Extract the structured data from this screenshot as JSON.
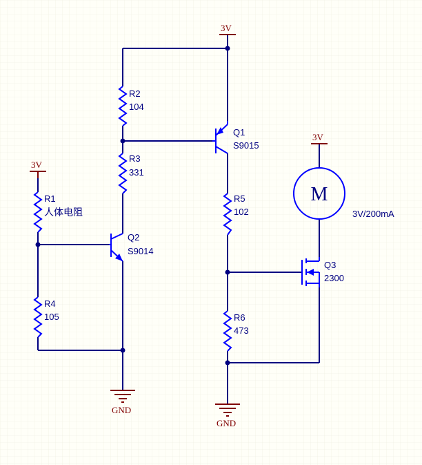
{
  "power": {
    "top": "3V",
    "r1": "3V",
    "motor": "3V"
  },
  "ground": {
    "left": "GND",
    "right": "GND"
  },
  "resistors": {
    "r1": {
      "ref": "R1",
      "value": "人体电阻"
    },
    "r2": {
      "ref": "R2",
      "value": "104"
    },
    "r3": {
      "ref": "R3",
      "value": "331"
    },
    "r4": {
      "ref": "R4",
      "value": "105"
    },
    "r5": {
      "ref": "R5",
      "value": "102"
    },
    "r6": {
      "ref": "R6",
      "value": "473"
    }
  },
  "transistors": {
    "q1": {
      "ref": "Q1",
      "value": "S9015"
    },
    "q2": {
      "ref": "Q2",
      "value": "S9014"
    },
    "q3": {
      "ref": "Q3",
      "value": "2300"
    }
  },
  "motor": {
    "symbol": "M",
    "rating": "3V/200mA"
  },
  "colors": {
    "background": "#fffff8",
    "grid": "#e8e8e0",
    "wire": "#000080",
    "component": "#0000ff",
    "power": "#800000"
  }
}
